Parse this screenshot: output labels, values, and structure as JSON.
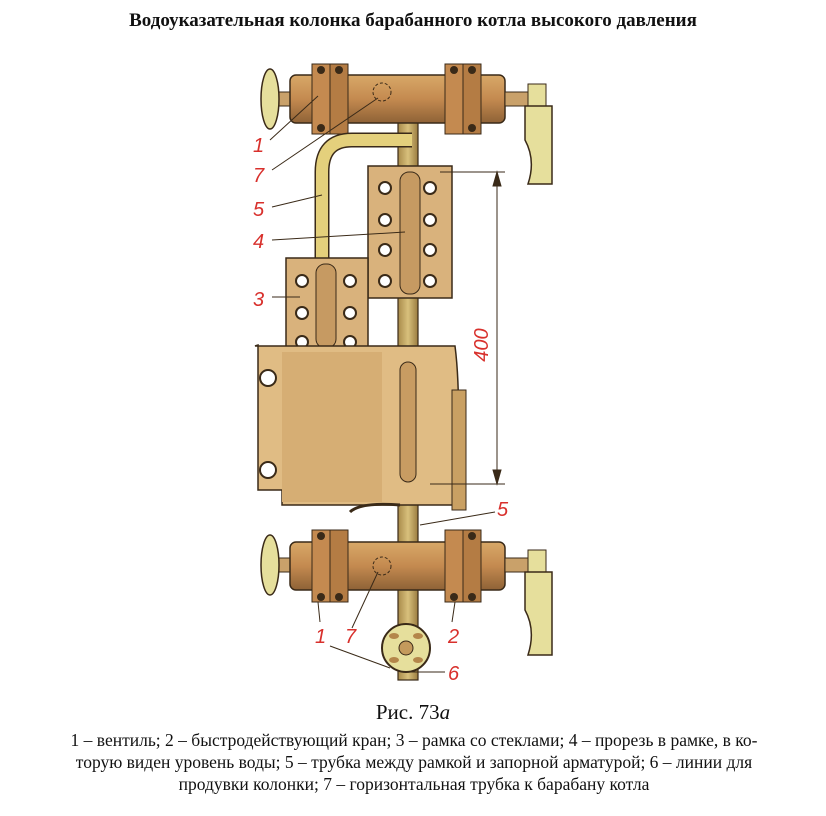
{
  "title": "Водоуказательная колонка барабанного котла высокого давления",
  "figure": {
    "label_prefix": "Рис. 73",
    "label_suffix": "а"
  },
  "caption_lines": [
    "1 – вентиль; 2 – быстродействующий кран; 3 – рамка со стеклами; 4 – прорезь в рамке, в ко-",
    "торую виден уровень воды; 5 – трубка между рамкой и запорной арматурой; 6 – линии для",
    "продувки колонки; 7 – горизонтальная трубка к барабану котла"
  ],
  "callouts": {
    "top_1": "1",
    "top_7": "7",
    "top_5": "5",
    "top_4": "4",
    "top_3": "3",
    "dimension": "400",
    "bottom_5": "5",
    "bottom_1": "1",
    "bottom_7": "7",
    "bottom_2": "2",
    "bottom_6": "6"
  },
  "colors": {
    "body": "#c8a46c",
    "body_dark": "#9c7a48",
    "frame": "#d9b27c",
    "pipe": "#b89c5a",
    "handle": "#e6df9c",
    "callout": "#d8302c",
    "outline": "#3a2a18"
  }
}
